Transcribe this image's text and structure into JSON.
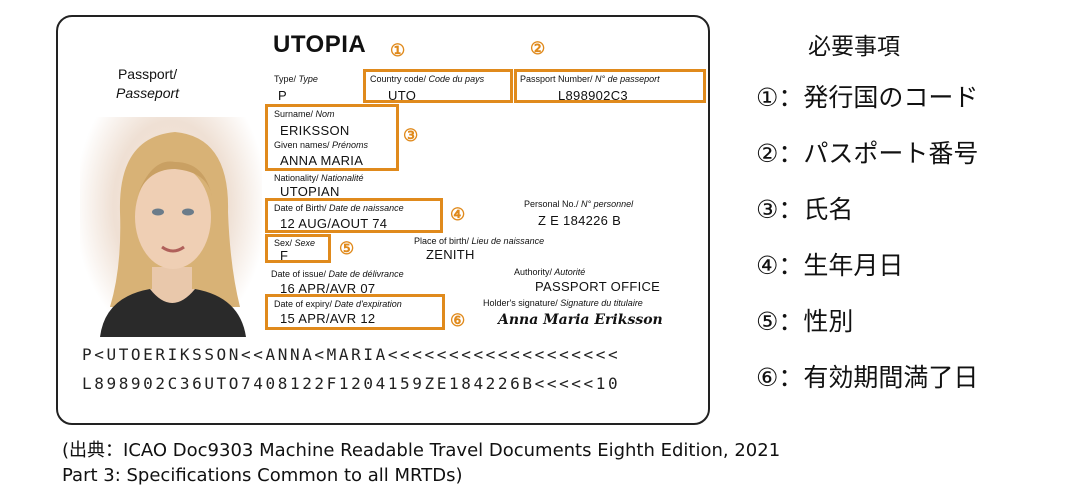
{
  "passport": {
    "state_name": "UTOPIA",
    "doc_title_en": "Passport/",
    "doc_title_fr": "Passeport",
    "fields": {
      "type": {
        "label_en": "Type/",
        "label_fr": " Type",
        "value": "P"
      },
      "country": {
        "label_en": "Country code/",
        "label_fr": " Code du pays",
        "value": "UTO"
      },
      "number": {
        "label_en": "Passport Number/",
        "label_fr": " N° de passeport",
        "value": "L898902C3"
      },
      "surname": {
        "label_en": "Surname/",
        "label_fr": " Nom",
        "value": "ERIKSSON"
      },
      "given": {
        "label_en": "Given names/",
        "label_fr": " Prénoms",
        "value": "ANNA MARIA"
      },
      "nationality": {
        "label_en": "Nationality/",
        "label_fr": " Nationalité",
        "value": "UTOPIAN"
      },
      "dob": {
        "label_en": "Date of Birth/",
        "label_fr": " Date de naissance",
        "value": "12 AUG/AOUT 74"
      },
      "personal_no": {
        "label_en": "Personal No./",
        "label_fr": " N° personnel",
        "value": "Z E 184226 B"
      },
      "sex": {
        "label_en": "Sex/",
        "label_fr": " Sexe",
        "value": "F"
      },
      "pob": {
        "label_en": "Place of birth/",
        "label_fr": " Lieu de naissance",
        "value": "ZENITH"
      },
      "issue": {
        "label_en": "Date of issue/",
        "label_fr": " Date de délivrance",
        "value": "16 APR/AVR 07"
      },
      "authority": {
        "label_en": "Authority/",
        "label_fr": " Autorité",
        "value": "PASSPORT OFFICE"
      },
      "expiry": {
        "label_en": "Date of expiry/",
        "label_fr": " Date d'expiration",
        "value": "15 APR/AVR 12"
      },
      "signature": {
        "label_en": "Holder's signature/",
        "label_fr": " Signature du titulaire",
        "value": "Anna Maria Eriksson"
      }
    },
    "markers": [
      "①",
      "②",
      "③",
      "④",
      "⑤",
      "⑥"
    ],
    "mrz_line1": "P<UTOERIKSSON<<ANNA<MARIA<<<<<<<<<<<<<<<<<<<",
    "mrz_line2": "L898902C36UTO7408122F1204159ZE184226B<<<<<10",
    "highlight_color": "#e08a1c"
  },
  "requirements": {
    "title": "必要事項",
    "items": [
      "①：発行国のコード",
      "②：パスポート番号",
      "③：氏名",
      "④：生年月日",
      "⑤：性別",
      "⑥：有効期間満了日"
    ]
  },
  "source": {
    "line1": "(出典：ICAO Doc9303 Machine Readable Travel Documents Eighth Edition, 2021",
    "line2": "Part 3: Specifications Common to all MRTDs)"
  }
}
